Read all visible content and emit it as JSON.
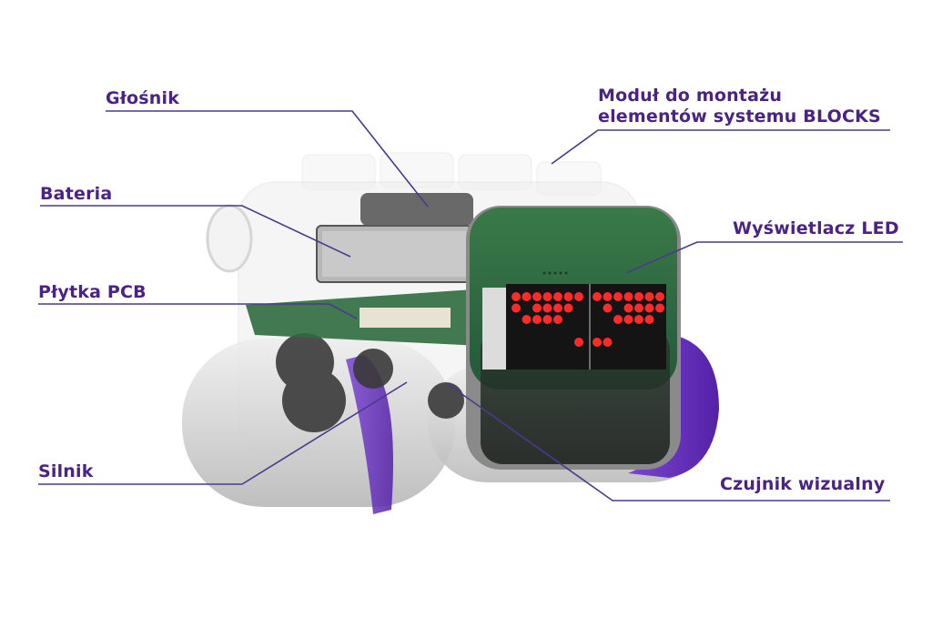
{
  "diagram": {
    "subject": "robot-exploded-transparent-view",
    "colors": {
      "label_text": "#4a2384",
      "leader_line": "#4b3a8c",
      "pcb_green": "#2f6b3e",
      "led_red": "#ff2a2a",
      "track_purple": "#6a2fc4",
      "shell_grey": "#cfcfcf"
    },
    "labels": [
      {
        "id": "speaker",
        "text": "Głośnik"
      },
      {
        "id": "blocks-module",
        "line1": "Moduł do montażu",
        "line2": "elementów systemu BLOCKS"
      },
      {
        "id": "battery",
        "text": "Bateria"
      },
      {
        "id": "led-display",
        "text": "Wyświetlacz LED"
      },
      {
        "id": "pcb",
        "text": "Płytka PCB"
      },
      {
        "id": "motor",
        "text": "Silnik"
      },
      {
        "id": "vision-sensor",
        "text": "Czujnik wizualny"
      }
    ],
    "led_matrix": {
      "panels": 2,
      "cols": 7,
      "rows": 5,
      "left_lit": [
        [
          0,
          0
        ],
        [
          1,
          0
        ],
        [
          2,
          0
        ],
        [
          3,
          0
        ],
        [
          4,
          0
        ],
        [
          5,
          0
        ],
        [
          6,
          0
        ],
        [
          0,
          1
        ],
        [
          2,
          1
        ],
        [
          3,
          1
        ],
        [
          4,
          1
        ],
        [
          5,
          1
        ],
        [
          1,
          2
        ],
        [
          2,
          2
        ],
        [
          3,
          2
        ],
        [
          4,
          2
        ],
        [
          6,
          4
        ]
      ],
      "right_lit": [
        [
          0,
          0
        ],
        [
          1,
          0
        ],
        [
          2,
          0
        ],
        [
          3,
          0
        ],
        [
          4,
          0
        ],
        [
          5,
          0
        ],
        [
          6,
          0
        ],
        [
          1,
          1
        ],
        [
          3,
          1
        ],
        [
          4,
          1
        ],
        [
          5,
          1
        ],
        [
          6,
          1
        ],
        [
          2,
          2
        ],
        [
          3,
          2
        ],
        [
          4,
          2
        ],
        [
          5,
          2
        ],
        [
          0,
          4
        ],
        [
          1,
          4
        ]
      ]
    }
  }
}
